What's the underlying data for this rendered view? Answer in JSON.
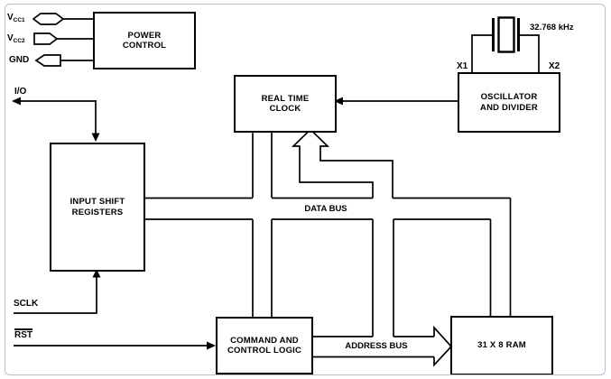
{
  "diagram": {
    "pins": {
      "vcc1": {
        "base": "V",
        "sub": "CC1"
      },
      "vcc2": {
        "base": "V",
        "sub": "CC2"
      },
      "gnd": "GND",
      "io": "I/O",
      "sclk": "SCLK",
      "rst": "RST"
    },
    "blocks": {
      "power_control": {
        "line1": "POWER",
        "line2": "CONTROL"
      },
      "oscillator": {
        "line1": "OSCILLATOR",
        "line2": "AND DIVIDER"
      },
      "real_time_clock": {
        "line1": "REAL TIME",
        "line2": "CLOCK"
      },
      "input_shift_registers": {
        "line1": "INPUT SHIFT",
        "line2": "REGISTERS"
      },
      "command_control_logic": {
        "line1": "COMMAND AND",
        "line2": "CONTROL LOGIC"
      },
      "ram": {
        "line1": "31 X 8 RAM"
      }
    },
    "labels": {
      "crystal_frequency": "32.768 kHz",
      "x1": "X1",
      "x2": "X2",
      "data_bus": "DATA BUS",
      "address_bus": "ADDRESS BUS"
    },
    "colors": {
      "line": "#000000",
      "background": "#ffffff",
      "frame_border": "#b6c0cb"
    }
  }
}
